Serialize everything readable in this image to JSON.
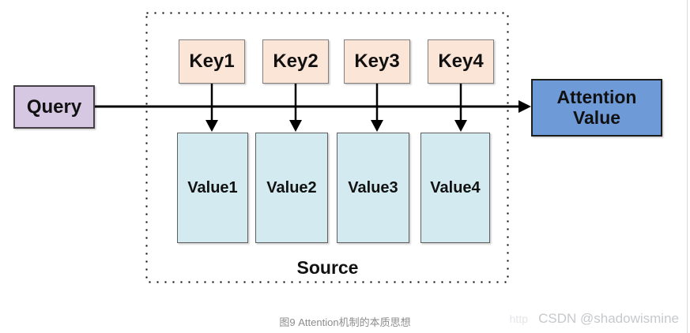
{
  "diagram": {
    "query": {
      "label": "Query"
    },
    "keys": [
      {
        "label": "Key1"
      },
      {
        "label": "Key2"
      },
      {
        "label": "Key3"
      },
      {
        "label": "Key4"
      }
    ],
    "values": [
      {
        "label": "Value1"
      },
      {
        "label": "Value2"
      },
      {
        "label": "Value3"
      },
      {
        "label": "Value4"
      }
    ],
    "attention": {
      "label": "Attention Value"
    },
    "source_label": "Source"
  },
  "caption": "图9 Attention机制的本质思想",
  "watermark": {
    "main": "CSDN @shadowismine",
    "faint": "http"
  },
  "colors": {
    "query_fill": "#d6c7e2",
    "key_fill": "#fbe5d6",
    "value_fill": "#d3ebf0",
    "attention_fill": "#6e9ad8",
    "line": "#000000",
    "caption_text": "#8c8c8c",
    "watermark_text": "#c6c9cc"
  }
}
